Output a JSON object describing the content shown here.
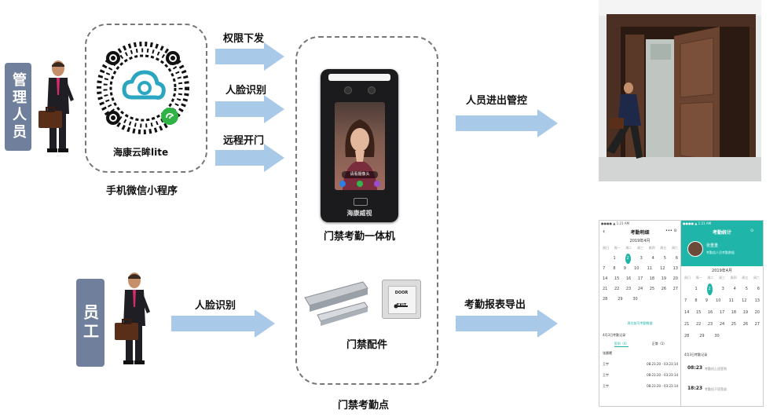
{
  "roles": {
    "manager": "管理人员",
    "employee": "员工"
  },
  "miniapp": {
    "name": "海康云眸lite",
    "caption": "手机微信小程序"
  },
  "arrows": {
    "permission": "权限下发",
    "face_top": "人脸识别",
    "remote_open": "远程开门",
    "face_bottom": "人脸识别",
    "access_control": "人员进出管控",
    "report_export": "考勤报表导出"
  },
  "device": {
    "caption": "门禁考勤一体机",
    "brand": "海康威视",
    "screen_prompt": "请看摄像头"
  },
  "accessory": {
    "caption": "门禁配件",
    "exit_button_top": "DOOR",
    "exit_button_bottom": "EXIT"
  },
  "point": {
    "caption": "门禁考勤点"
  },
  "phone_left": {
    "title": "考勤明细",
    "month": "2019年4月",
    "weekdays": [
      "周日",
      "周一",
      "周二",
      "周三",
      "周四",
      "周五",
      "周六"
    ],
    "link": "再往前可考勤数据",
    "section": "4月3日考勤记录",
    "tabs": [
      "签到（4）",
      "正常（1）"
    ],
    "name": "张晨曦",
    "rows": [
      {
        "name": "王宇",
        "time": "08:23:20 - 03:23:14"
      },
      {
        "name": "王宇",
        "time": "08:23:20 - 03:23:14"
      },
      {
        "name": "王宇",
        "time": "08:23:20 - 03:23:14"
      }
    ]
  },
  "phone_right": {
    "title": "考勤统计",
    "user": "张重重",
    "sub": "考勤组人员考勤数据",
    "month": "2019年4月",
    "section": "4月3日考勤记录",
    "records": [
      {
        "time": "08:23",
        "note": "考勤机上班签到"
      },
      {
        "time": "18:23",
        "note": "考勤机下班签退"
      }
    ]
  },
  "colors": {
    "arrow": "#a9c9e8",
    "role_tag": "#6f7f9c",
    "teal": "#1fb5a8",
    "miniapp_icon": "#2aa6c0",
    "wechat_green": "#2eb344"
  }
}
